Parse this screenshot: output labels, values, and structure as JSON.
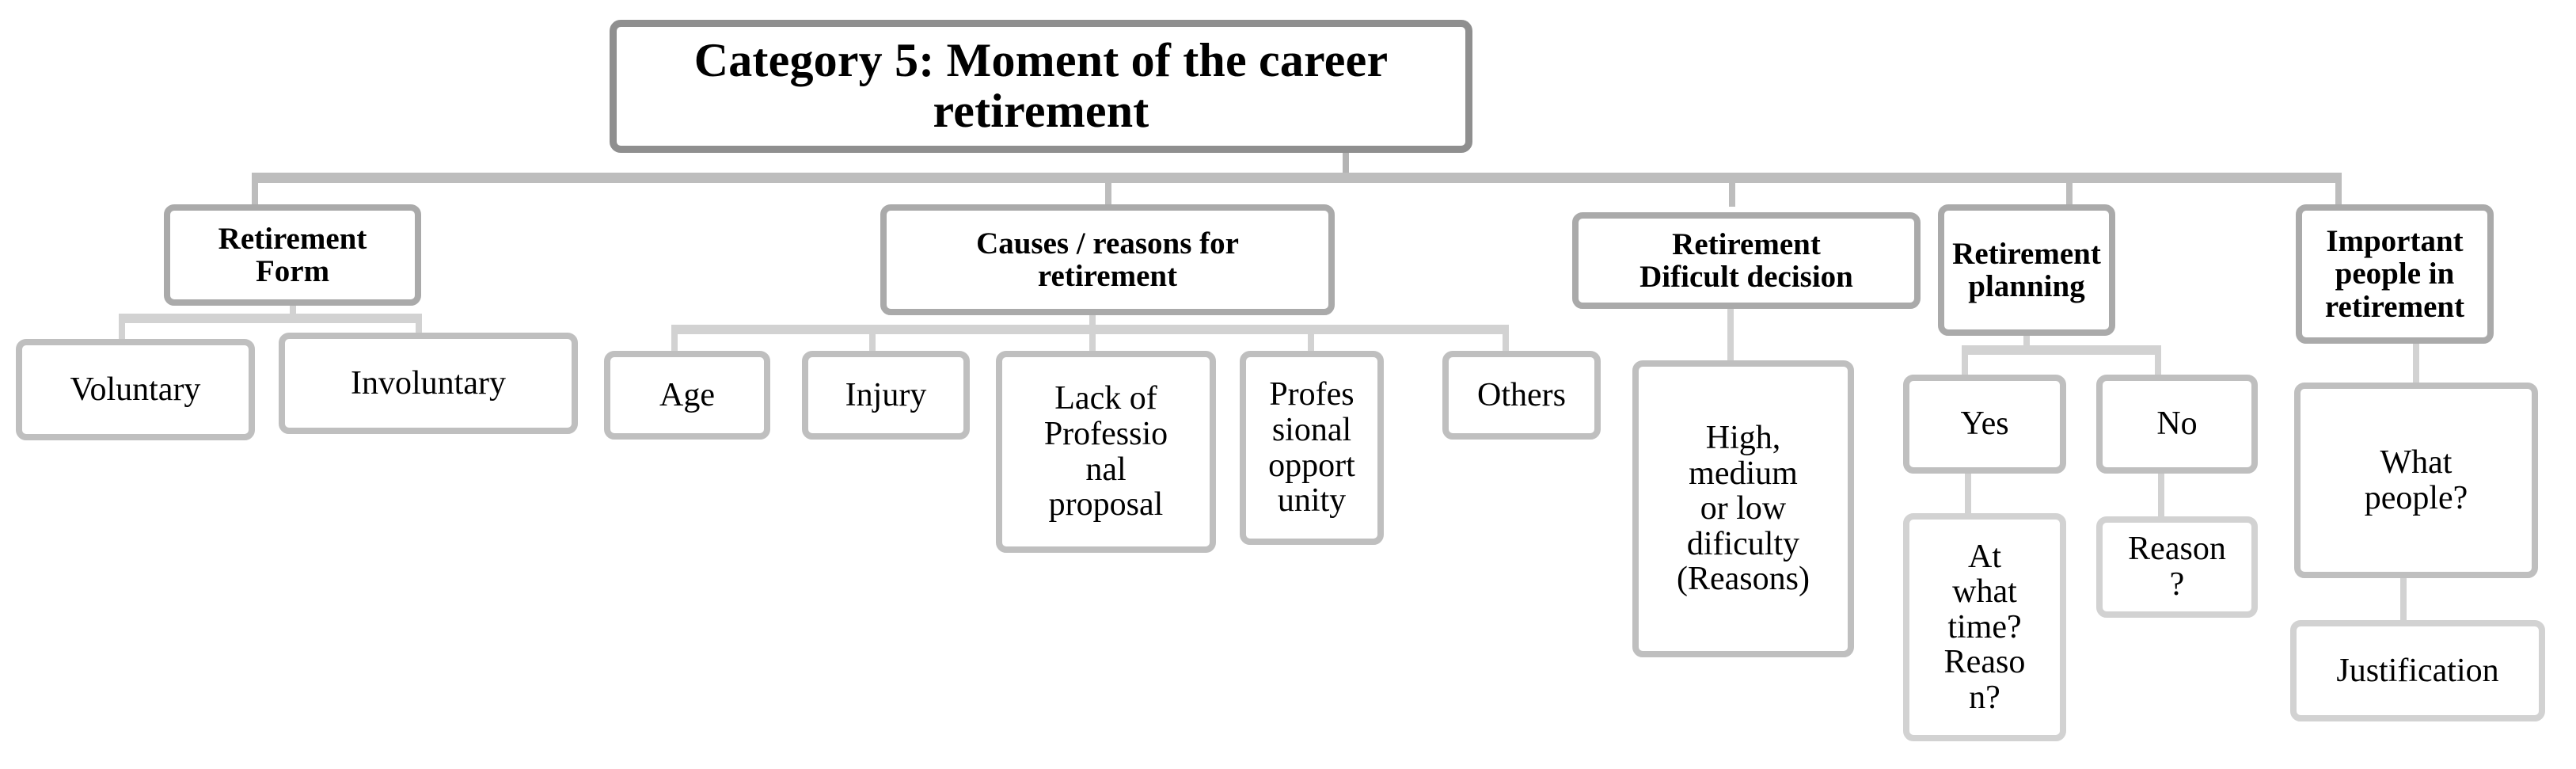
{
  "diagram": {
    "title": "Category 5: Moment of the career retirement",
    "type": "hierarchy-tree",
    "palette": {
      "root_border": "#8f8f8f",
      "level2_border": "#aaaaaa",
      "level3_border": "#bfbfbf",
      "level4_border": "#d2d2d2",
      "connector": "#bdbdbd",
      "text": "#000000",
      "background": "#ffffff"
    },
    "branches": [
      {
        "label": "Retirement\nForm",
        "children": [
          {
            "label": "Voluntary",
            "children": []
          },
          {
            "label": "Involuntary",
            "children": []
          }
        ]
      },
      {
        "label": "Causes / reasons for\nretirement",
        "children": [
          {
            "label": "Age",
            "children": []
          },
          {
            "label": "Injury",
            "children": []
          },
          {
            "label": "Lack of\nProfessio\nnal\nproposal",
            "children": []
          },
          {
            "label": "Profes\nsional\nopport\nunity",
            "children": []
          },
          {
            "label": "Others",
            "children": []
          }
        ]
      },
      {
        "label": "Retirement\nDificult decision",
        "children": [
          {
            "label": "High,\nmedium\nor low\ndificulty\n(Reasons)",
            "children": []
          }
        ]
      },
      {
        "label": "Retirement\nplanning",
        "children": [
          {
            "label": "Yes",
            "children": [
              {
                "label": "At\nwhat\ntime?\nReaso\nn?"
              }
            ]
          },
          {
            "label": "No",
            "children": [
              {
                "label": "Reason\n?"
              }
            ]
          }
        ]
      },
      {
        "label": "Important\npeople in\nretirement",
        "children": [
          {
            "label": "What\npeople?",
            "children": [
              {
                "label": "Justification"
              }
            ]
          }
        ]
      }
    ],
    "nodes": {
      "root": "Category 5: Moment of the career retirement",
      "retirement_form": "Retirement\nForm",
      "voluntary": "Voluntary",
      "involuntary": "Involuntary",
      "causes": "Causes / reasons for\nretirement",
      "age": "Age",
      "injury": "Injury",
      "lack_proposal": "Lack of\nProfessio\nnal\nproposal",
      "professional_opportunity": "Profes\nsional\nopport\nunity",
      "others": "Others",
      "difficult_decision": "Retirement\nDificult decision",
      "difficulty_levels": "High,\nmedium\nor low\ndificulty\n(Reasons)",
      "retirement_planning": "Retirement\nplanning",
      "yes": "Yes",
      "at_what_time": "At\nwhat\ntime?\nReaso\nn?",
      "no": "No",
      "reason": "Reason\n?",
      "important_people": "Important\npeople in\nretirement",
      "what_people": "What\npeople?",
      "justification": "Justification"
    }
  }
}
